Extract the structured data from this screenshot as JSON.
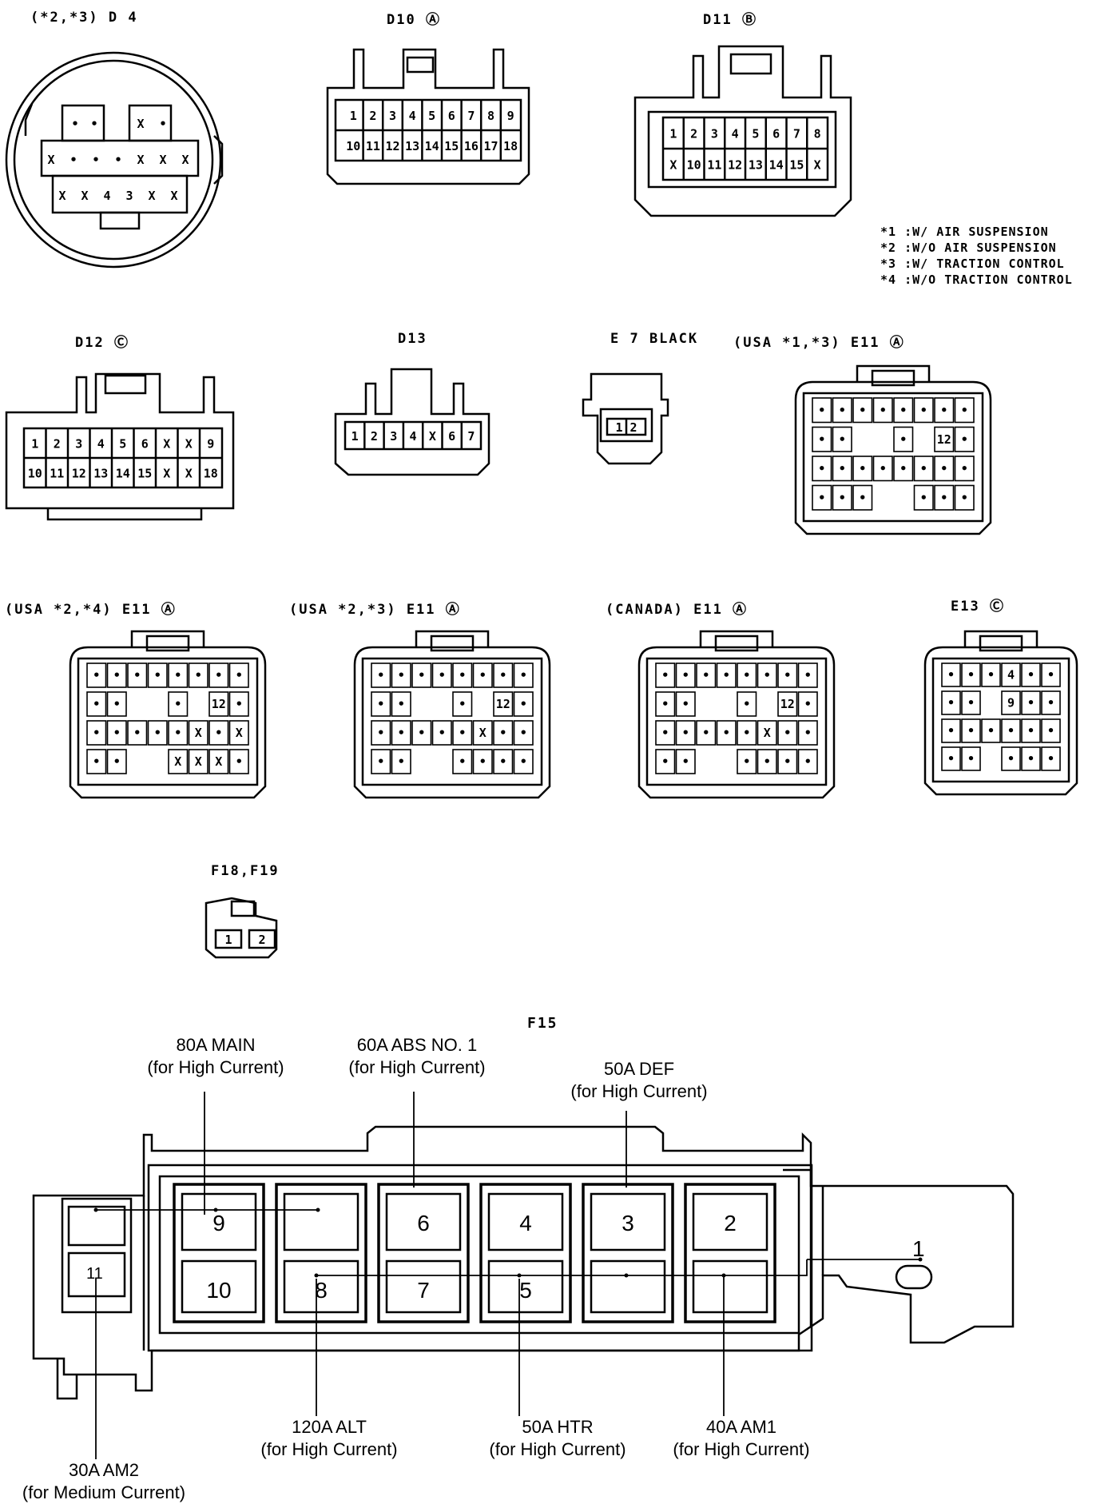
{
  "connectors": {
    "d4": {
      "label": "(*2,*3) D 4"
    },
    "d10": {
      "label": "D10 Ⓐ",
      "row1": [
        "1",
        "2",
        "3",
        "4",
        "5",
        "6",
        "7",
        "8",
        "9"
      ],
      "row2": [
        "10",
        "11",
        "12",
        "13",
        "14",
        "15",
        "16",
        "17",
        "18"
      ]
    },
    "d11": {
      "label": "D11 Ⓑ",
      "row1": [
        "1",
        "2",
        "3",
        "4",
        "5",
        "6",
        "7",
        "8"
      ],
      "row2": [
        "X",
        "10",
        "11",
        "12",
        "13",
        "14",
        "15",
        "X"
      ]
    },
    "d12": {
      "label": "D12 Ⓒ",
      "row1": [
        "1",
        "2",
        "3",
        "4",
        "5",
        "6",
        "X",
        "X",
        "9"
      ],
      "row2": [
        "10",
        "11",
        "12",
        "13",
        "14",
        "15",
        "X",
        "X",
        "18"
      ]
    },
    "d13": {
      "label": "D13",
      "row1": [
        "1",
        "2",
        "3",
        "4",
        "X",
        "6",
        "7"
      ]
    },
    "e7": {
      "label": "E 7 BLACK",
      "pins": "1 2"
    },
    "e11_usa13": {
      "label": "(USA *1,*3) E11 Ⓐ"
    },
    "e11_usa24": {
      "label": "(USA *2,*4) E11 Ⓐ"
    },
    "e11_usa23": {
      "label": "(USA *2,*3) E11 Ⓐ"
    },
    "e11_canada": {
      "label": "(CANADA) E11 Ⓐ"
    },
    "e13": {
      "label": "E13 Ⓒ"
    },
    "f18": {
      "label": "F18,F19",
      "pin1": "1",
      "pin2": "2"
    }
  },
  "legend": [
    "*1 :W/ AIR SUSPENSION",
    "*2 :W/O AIR SUSPENSION",
    "*3 :W/ TRACTION CONTROL",
    "*4 :W/O TRACTION CONTROL"
  ],
  "f15": {
    "title": "F15",
    "labels": {
      "main": [
        "80A MAIN",
        "(for High Current)"
      ],
      "abs": [
        "60A ABS NO. 1",
        "(for High Current)"
      ],
      "def": [
        "50A DEF",
        "(for High Current)"
      ],
      "alt": [
        "120A ALT",
        "(for High Current)"
      ],
      "htr": [
        "50A HTR",
        "(for High Current)"
      ],
      "am1": [
        "40A AM1",
        "(for High Current)"
      ],
      "am2": [
        "30A AM2",
        "(for Medium Current)"
      ]
    },
    "slots": {
      "s9": "9",
      "s10": "10",
      "s6": "6",
      "s7": "7",
      "s4": "4",
      "s5": "5",
      "s3": "3",
      "s2": "2",
      "s8": "8",
      "s11": "11",
      "s1": "1"
    }
  },
  "pins": {
    "x": "X",
    "dot": "•",
    "n1": "1",
    "n2": "2",
    "n3": "3",
    "n4": "4",
    "n9": "9",
    "n12": "12"
  }
}
